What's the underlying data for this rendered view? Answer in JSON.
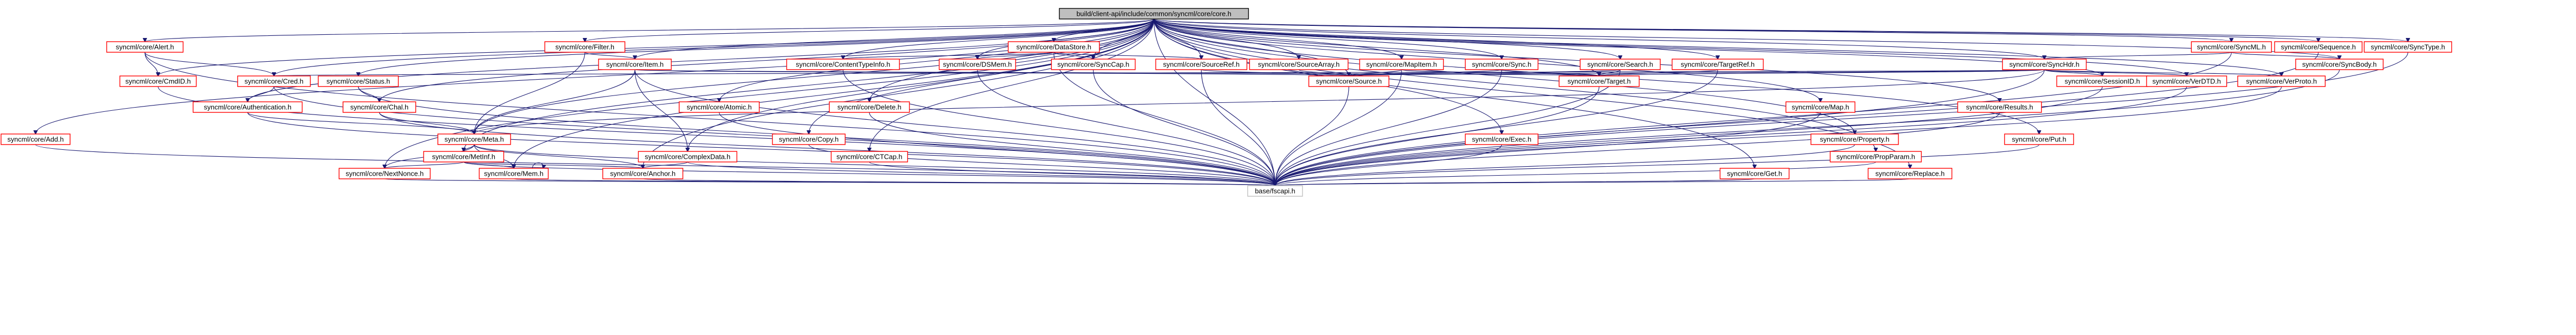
{
  "diagram": {
    "root": "build/client-api/include/common/syncml/core/core.h",
    "nodes": [
      {
        "id": "root",
        "label": "build/client-api/include/common/syncml/core/core.h",
        "kind": "root"
      },
      {
        "id": "alert",
        "label": "syncml/core/Alert.h",
        "kind": "header"
      },
      {
        "id": "add",
        "label": "syncml/core/Add.h",
        "kind": "header"
      },
      {
        "id": "cmdid",
        "label": "syncml/core/CmdID.h",
        "kind": "header"
      },
      {
        "id": "cred",
        "label": "syncml/core/Cred.h",
        "kind": "header"
      },
      {
        "id": "filter",
        "label": "syncml/core/Filter.h",
        "kind": "header"
      },
      {
        "id": "status",
        "label": "syncml/core/Status.h",
        "kind": "header"
      },
      {
        "id": "authentication",
        "label": "syncml/core/Authentication.h",
        "kind": "header"
      },
      {
        "id": "chal",
        "label": "syncml/core/Chal.h",
        "kind": "header"
      },
      {
        "id": "item",
        "label": "syncml/core/Item.h",
        "kind": "header"
      },
      {
        "id": "meta",
        "label": "syncml/core/Meta.h",
        "kind": "header"
      },
      {
        "id": "metinf",
        "label": "syncml/core/MetInf.h",
        "kind": "header"
      },
      {
        "id": "nextnonce",
        "label": "syncml/core/NextNonce.h",
        "kind": "header"
      },
      {
        "id": "mem",
        "label": "syncml/core/Mem.h",
        "kind": "header"
      },
      {
        "id": "anchor",
        "label": "syncml/core/Anchor.h",
        "kind": "header"
      },
      {
        "id": "complexdata",
        "label": "syncml/core/ComplexData.h",
        "kind": "header"
      },
      {
        "id": "atomic",
        "label": "syncml/core/Atomic.h",
        "kind": "header"
      },
      {
        "id": "copy",
        "label": "syncml/core/Copy.h",
        "kind": "header"
      },
      {
        "id": "delete",
        "label": "syncml/core/Delete.h",
        "kind": "header"
      },
      {
        "id": "ctcap",
        "label": "syncml/core/CTCap.h",
        "kind": "header"
      },
      {
        "id": "contenttypeinfo",
        "label": "syncml/core/ContentTypeInfo.h",
        "kind": "header"
      },
      {
        "id": "datastore",
        "label": "syncml/core/DataStore.h",
        "kind": "header"
      },
      {
        "id": "dsmem",
        "label": "syncml/core/DSMem.h",
        "kind": "header"
      },
      {
        "id": "synccap",
        "label": "syncml/core/SyncCap.h",
        "kind": "header"
      },
      {
        "id": "sourceref",
        "label": "syncml/core/SourceRef.h",
        "kind": "header"
      },
      {
        "id": "sourcearray",
        "label": "syncml/core/SourceArray.h",
        "kind": "header"
      },
      {
        "id": "mapitem",
        "label": "syncml/core/MapItem.h",
        "kind": "header"
      },
      {
        "id": "sync",
        "label": "syncml/core/Sync.h",
        "kind": "header"
      },
      {
        "id": "source",
        "label": "syncml/core/Source.h",
        "kind": "header"
      },
      {
        "id": "exec",
        "label": "syncml/core/Exec.h",
        "kind": "header"
      },
      {
        "id": "get",
        "label": "syncml/core/Get.h",
        "kind": "header"
      },
      {
        "id": "search",
        "label": "syncml/core/Search.h",
        "kind": "header"
      },
      {
        "id": "target",
        "label": "syncml/core/Target.h",
        "kind": "header"
      },
      {
        "id": "targetref",
        "label": "syncml/core/TargetRef.h",
        "kind": "header"
      },
      {
        "id": "map",
        "label": "syncml/core/Map.h",
        "kind": "header"
      },
      {
        "id": "property",
        "label": "syncml/core/Property.h",
        "kind": "header"
      },
      {
        "id": "propparam",
        "label": "syncml/core/PropParam.h",
        "kind": "header"
      },
      {
        "id": "replace",
        "label": "syncml/core/Replace.h",
        "kind": "header"
      },
      {
        "id": "results",
        "label": "syncml/core/Results.h",
        "kind": "header"
      },
      {
        "id": "put",
        "label": "syncml/core/Put.h",
        "kind": "header"
      },
      {
        "id": "synchdr",
        "label": "syncml/core/SyncHdr.h",
        "kind": "header"
      },
      {
        "id": "sessionid",
        "label": "syncml/core/SessionID.h",
        "kind": "header"
      },
      {
        "id": "verdtd",
        "label": "syncml/core/VerDTD.h",
        "kind": "header"
      },
      {
        "id": "verproto",
        "label": "syncml/core/VerProto.h",
        "kind": "header"
      },
      {
        "id": "sequence",
        "label": "syncml/core/Sequence.h",
        "kind": "header"
      },
      {
        "id": "syncml",
        "label": "syncml/core/SyncML.h",
        "kind": "header"
      },
      {
        "id": "syncbody",
        "label": "syncml/core/SyncBody.h",
        "kind": "header"
      },
      {
        "id": "synctype",
        "label": "syncml/core/SyncType.h",
        "kind": "header"
      },
      {
        "id": "fscapi",
        "label": "base/fscapi.h",
        "kind": "leaf"
      }
    ],
    "edges": [
      [
        "root",
        "alert"
      ],
      [
        "root",
        "add"
      ],
      [
        "root",
        "cred"
      ],
      [
        "root",
        "filter"
      ],
      [
        "root",
        "status"
      ],
      [
        "root",
        "item"
      ],
      [
        "root",
        "meta"
      ],
      [
        "root",
        "metinf"
      ],
      [
        "root",
        "nextnonce"
      ],
      [
        "root",
        "mem"
      ],
      [
        "root",
        "anchor"
      ],
      [
        "root",
        "complexdata"
      ],
      [
        "root",
        "atomic"
      ],
      [
        "root",
        "copy"
      ],
      [
        "root",
        "delete"
      ],
      [
        "root",
        "ctcap"
      ],
      [
        "root",
        "contenttypeinfo"
      ],
      [
        "root",
        "datastore"
      ],
      [
        "root",
        "dsmem"
      ],
      [
        "root",
        "synccap"
      ],
      [
        "root",
        "sourceref"
      ],
      [
        "root",
        "sourcearray"
      ],
      [
        "root",
        "mapitem"
      ],
      [
        "root",
        "sync"
      ],
      [
        "root",
        "source"
      ],
      [
        "root",
        "exec"
      ],
      [
        "root",
        "get"
      ],
      [
        "root",
        "search"
      ],
      [
        "root",
        "target"
      ],
      [
        "root",
        "targetref"
      ],
      [
        "root",
        "map"
      ],
      [
        "root",
        "property"
      ],
      [
        "root",
        "propparam"
      ],
      [
        "root",
        "replace"
      ],
      [
        "root",
        "results"
      ],
      [
        "root",
        "put"
      ],
      [
        "root",
        "synchdr"
      ],
      [
        "root",
        "sessionid"
      ],
      [
        "root",
        "verdtd"
      ],
      [
        "root",
        "verproto"
      ],
      [
        "root",
        "sequence"
      ],
      [
        "root",
        "syncml"
      ],
      [
        "root",
        "syncbody"
      ],
      [
        "root",
        "synctype"
      ],
      [
        "root",
        "authentication"
      ],
      [
        "root",
        "chal"
      ],
      [
        "root",
        "cmdid"
      ],
      [
        "root",
        "fscapi"
      ],
      [
        "alert",
        "cmdid"
      ],
      [
        "alert",
        "cred"
      ],
      [
        "alert",
        "fscapi"
      ],
      [
        "add",
        "fscapi"
      ],
      [
        "cmdid",
        "fscapi"
      ],
      [
        "cred",
        "authentication"
      ],
      [
        "cred",
        "fscapi"
      ],
      [
        "filter",
        "meta"
      ],
      [
        "filter",
        "item"
      ],
      [
        "status",
        "chal"
      ],
      [
        "status",
        "fscapi"
      ],
      [
        "authentication",
        "meta"
      ],
      [
        "authentication",
        "fscapi"
      ],
      [
        "chal",
        "meta"
      ],
      [
        "chal",
        "fscapi"
      ],
      [
        "item",
        "meta"
      ],
      [
        "item",
        "complexdata"
      ],
      [
        "item",
        "target"
      ],
      [
        "item",
        "source"
      ],
      [
        "item",
        "fscapi"
      ],
      [
        "meta",
        "metinf"
      ],
      [
        "meta",
        "mem"
      ],
      [
        "meta",
        "anchor"
      ],
      [
        "meta",
        "nextnonce"
      ],
      [
        "meta",
        "fscapi"
      ],
      [
        "metinf",
        "anchor"
      ],
      [
        "metinf",
        "nextnonce"
      ],
      [
        "metinf",
        "mem"
      ],
      [
        "metinf",
        "fscapi"
      ],
      [
        "nextnonce",
        "fscapi"
      ],
      [
        "mem",
        "fscapi"
      ],
      [
        "anchor",
        "fscapi"
      ],
      [
        "complexdata",
        "anchor"
      ],
      [
        "complexdata",
        "fscapi"
      ],
      [
        "atomic",
        "fscapi"
      ],
      [
        "copy",
        "fscapi"
      ],
      [
        "delete",
        "fscapi"
      ],
      [
        "ctcap",
        "fscapi"
      ],
      [
        "contenttypeinfo",
        "fscapi"
      ],
      [
        "datastore",
        "contenttypeinfo"
      ],
      [
        "datastore",
        "dsmem"
      ],
      [
        "datastore",
        "synccap"
      ],
      [
        "datastore",
        "sourceref"
      ],
      [
        "datastore",
        "fscapi"
      ],
      [
        "dsmem",
        "fscapi"
      ],
      [
        "synccap",
        "fscapi"
      ],
      [
        "sourceref",
        "source"
      ],
      [
        "sourceref",
        "fscapi"
      ],
      [
        "sourcearray",
        "source"
      ],
      [
        "mapitem",
        "source"
      ],
      [
        "mapitem",
        "target"
      ],
      [
        "mapitem",
        "fscapi"
      ],
      [
        "sync",
        "source"
      ],
      [
        "sync",
        "target"
      ],
      [
        "sync",
        "fscapi"
      ],
      [
        "source",
        "fscapi"
      ],
      [
        "exec",
        "fscapi"
      ],
      [
        "get",
        "fscapi"
      ],
      [
        "search",
        "source"
      ],
      [
        "search",
        "target"
      ],
      [
        "search",
        "fscapi"
      ],
      [
        "target",
        "fscapi"
      ],
      [
        "targetref",
        "target"
      ],
      [
        "targetref",
        "fscapi"
      ],
      [
        "map",
        "fscapi"
      ],
      [
        "property",
        "fscapi"
      ],
      [
        "propparam",
        "fscapi"
      ],
      [
        "replace",
        "fscapi"
      ],
      [
        "results",
        "fscapi"
      ],
      [
        "put",
        "fscapi"
      ],
      [
        "synchdr",
        "cred"
      ],
      [
        "synchdr",
        "meta"
      ],
      [
        "synchdr",
        "source"
      ],
      [
        "synchdr",
        "target"
      ],
      [
        "synchdr",
        "sessionid"
      ],
      [
        "synchdr",
        "verdtd"
      ],
      [
        "synchdr",
        "verproto"
      ],
      [
        "synchdr",
        "fscapi"
      ],
      [
        "sessionid",
        "fscapi"
      ],
      [
        "verdtd",
        "fscapi"
      ],
      [
        "verproto",
        "fscapi"
      ],
      [
        "sequence",
        "fscapi"
      ],
      [
        "syncml",
        "synchdr"
      ],
      [
        "syncml",
        "syncbody"
      ],
      [
        "syncml",
        "fscapi"
      ],
      [
        "syncbody",
        "fscapi"
      ],
      [
        "synctype",
        "fscapi"
      ]
    ]
  },
  "colors": {
    "node_border": "#ff0000",
    "root_fill": "#bfbfbf",
    "leaf_border": "#bfbfbf",
    "edge": "#191970"
  }
}
